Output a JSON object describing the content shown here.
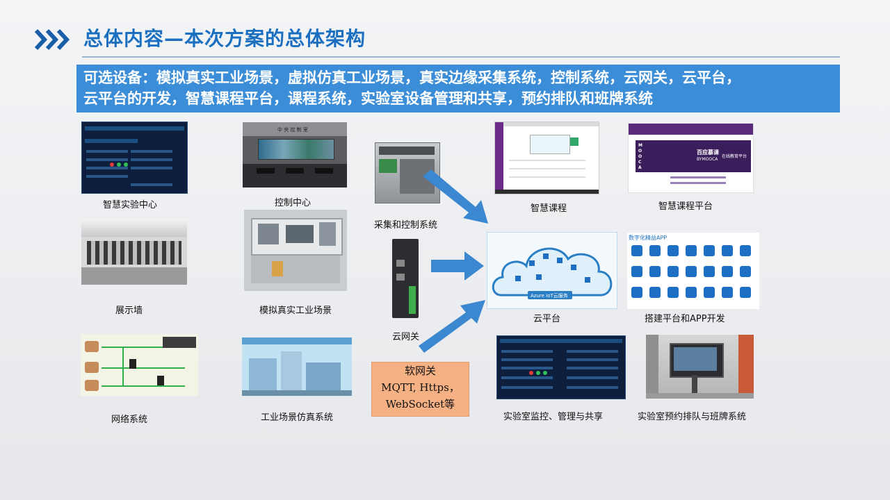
{
  "header": {
    "title": "总体内容—本次方案的总体架构"
  },
  "banner": {
    "line1": "可选设备：模拟真实工业场景，虚拟仿真工业场景，真实边缘采集系统，控制系统，云网关，云平台，",
    "line2": "云平台的开发，智慧课程平台，课程系统，实验室设备管理和共享，预约排队和班牌系统"
  },
  "captions": {
    "smart_lab": "智慧实验中心",
    "control_center": "控制中心",
    "showcase": "展示墙",
    "sim_factory": "模拟真实工业场景",
    "network": "网络系统",
    "industrial_sim": "工业场景仿真系统",
    "collect_control": "采集和控制系统",
    "cloud_gateway": "云网关",
    "smart_course": "智慧课程",
    "smart_course_platform": "智慧课程平台",
    "cloud_platform": "云平台",
    "app_dev": "搭建平台和APP开发",
    "lab_monitor": "实验室监控、管理与共享",
    "lab_booking": "实验室预约排队与班牌系统"
  },
  "soft_gateway": {
    "line1": "软网关",
    "line2": "MQTT, Https，",
    "line3": "WebSocket等"
  },
  "images": {
    "control_room_sign": "中 央 控 制 室",
    "azure_label": "Azure IoT云服务",
    "mooca_letters": [
      "M",
      "O",
      "O",
      "C",
      "A"
    ],
    "mooca_brand": "百应慕课",
    "mooca_brand_en": "BYMOOCA",
    "mooca_tag": "在线教育平台",
    "app_title": "数字化精益APP"
  },
  "colors": {
    "title": "#1b6fc0",
    "banner_bg": "#3a8dd6",
    "arrow": "#3b88d0",
    "soft_gateway_bg": "#f5b183"
  }
}
